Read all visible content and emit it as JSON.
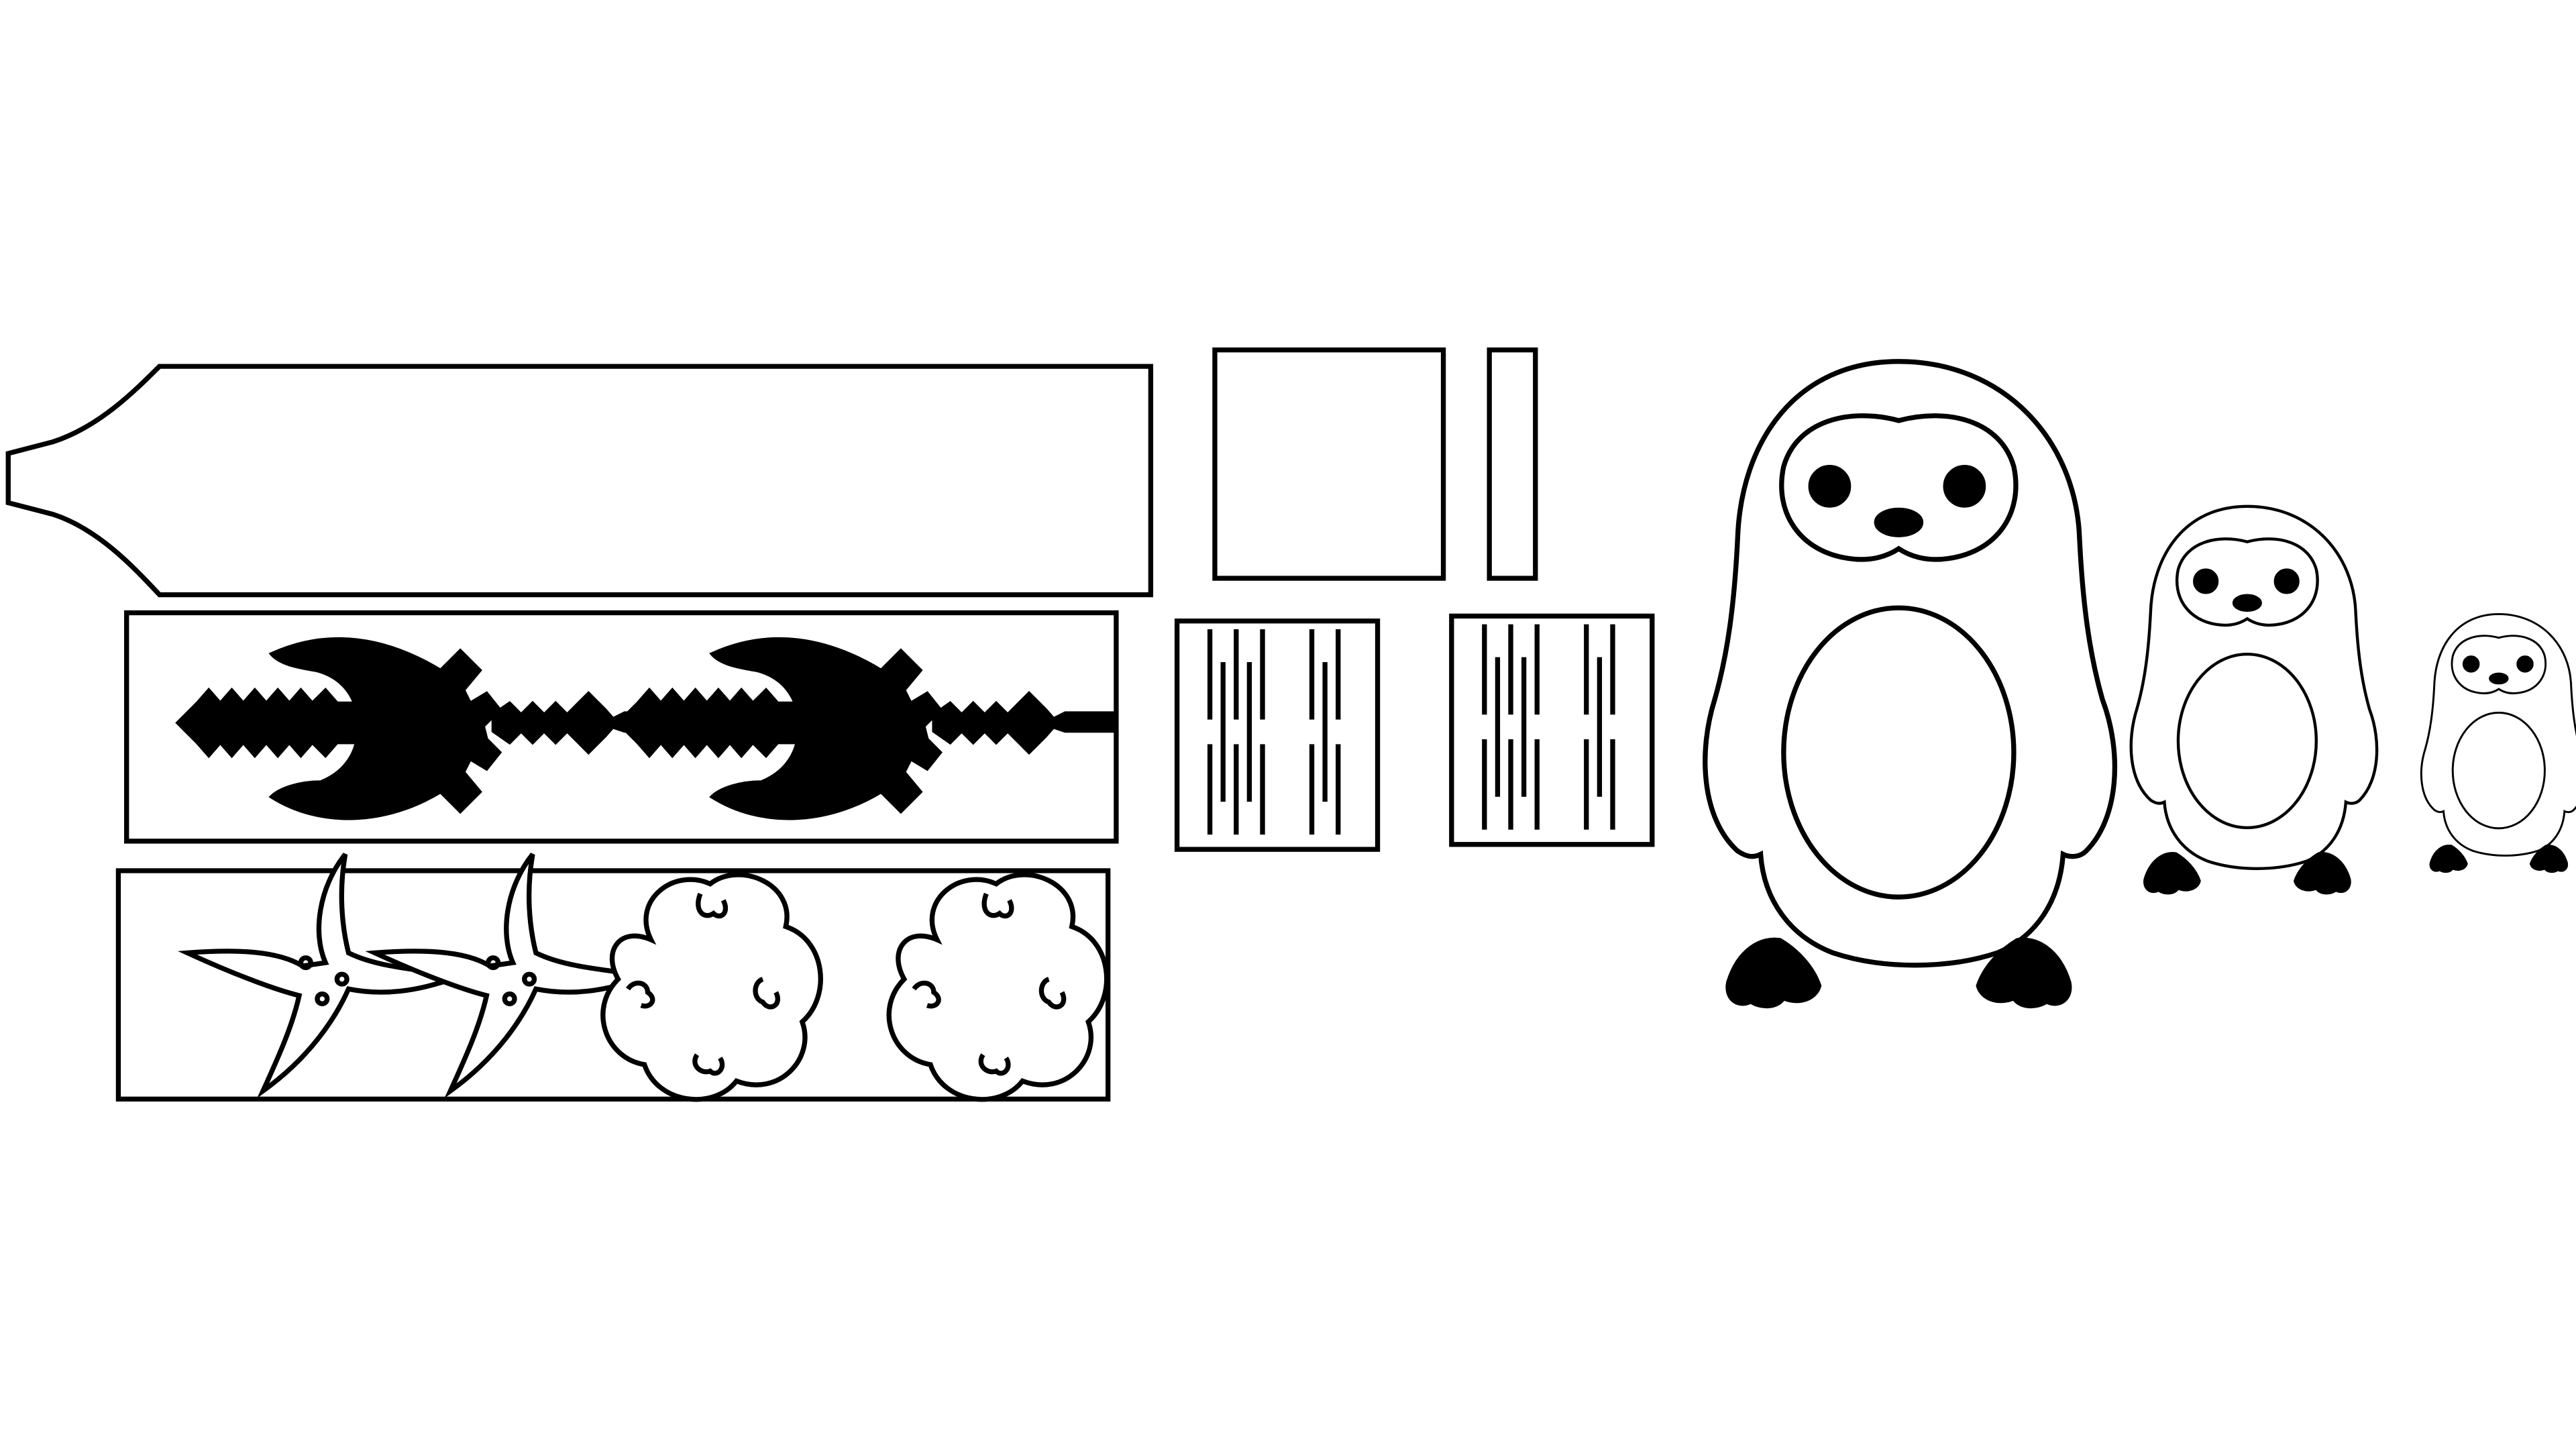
{
  "drawing": {
    "background_color": "#ffffff",
    "line_color": "#000000",
    "parts": [
      {
        "name": "handle-blade-piece"
      },
      {
        "name": "axe-engraving-panel",
        "motif_count": 2
      },
      {
        "name": "shuriken-flower-panel",
        "shuriken_count": 2,
        "flower_count": 2
      },
      {
        "name": "square-plate"
      },
      {
        "name": "narrow-strip"
      },
      {
        "name": "living-hinge-panel-left"
      },
      {
        "name": "living-hinge-panel-right"
      },
      {
        "name": "penguin-large"
      },
      {
        "name": "penguin-medium"
      },
      {
        "name": "penguin-small"
      }
    ]
  }
}
